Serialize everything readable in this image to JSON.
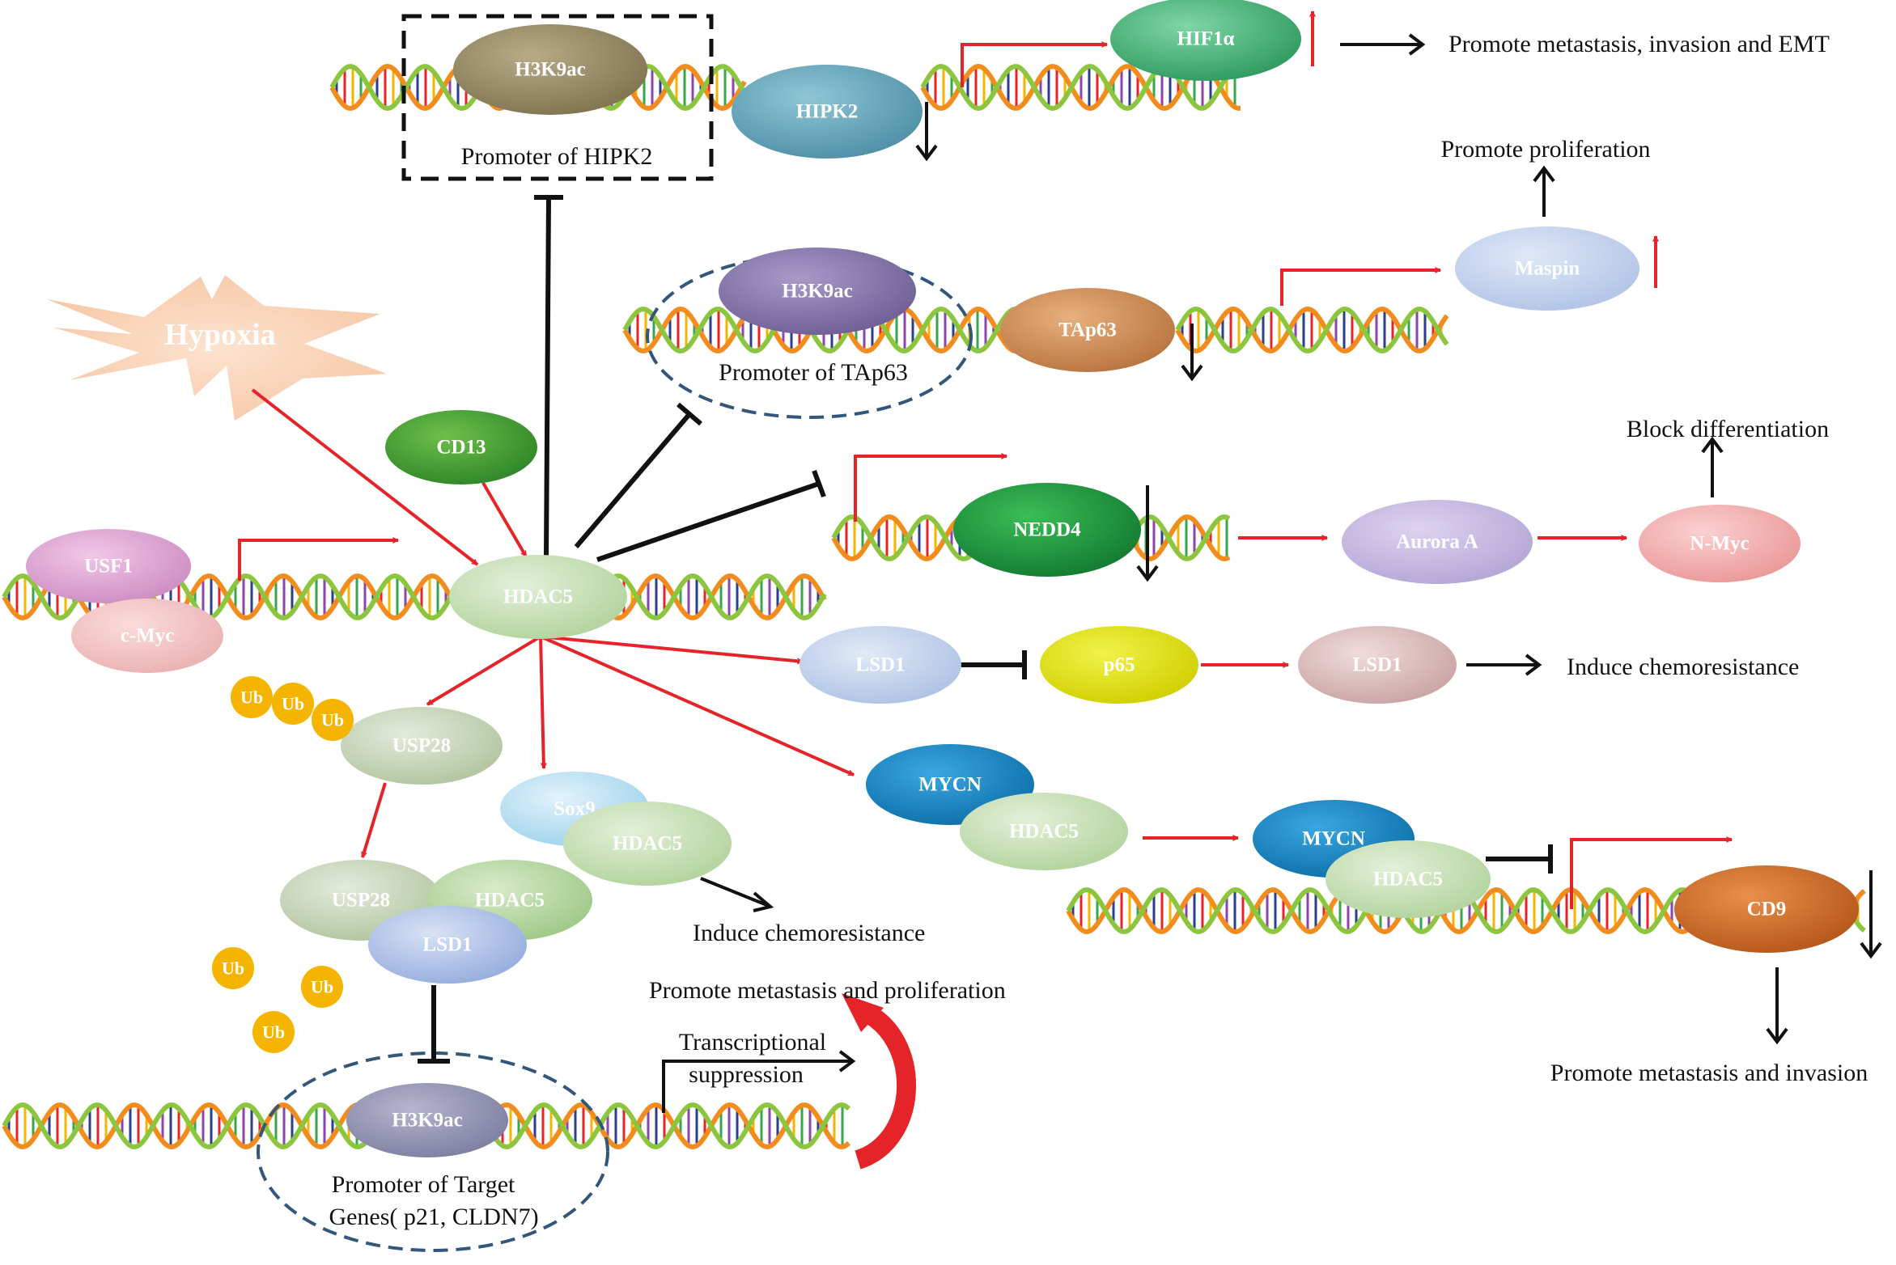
{
  "colors": {
    "activation": "#e5242a",
    "inhibition": "#111111",
    "ubiquitin": "#f5b400",
    "dna_strand_a": "#f28c1c",
    "dna_strand_b": "#8cc63f"
  },
  "stimulus": {
    "hypoxia": "Hypoxia"
  },
  "nodes": {
    "h3k9ac_hipk2": "H3K9ac",
    "hipk2": "HIPK2",
    "hif1a": "HIF1α",
    "h3k9ac_tap63": "H3K9ac",
    "tap63": "TAp63",
    "maspin": "Maspin",
    "cd13": "CD13",
    "nedd4": "NEDD4",
    "aurora_a": "Aurora A",
    "n_myc": "N-Myc",
    "usf1": "USF1",
    "c_myc": "c-Myc",
    "hdac5_center": "HDAC5",
    "lsd1_a": "LSD1",
    "p65": "p65",
    "lsd1_b": "LSD1",
    "usp28_top": "USP28",
    "sox9": "Sox9",
    "hdac5_sox9": "HDAC5",
    "mycn_a": "MYCN",
    "hdac5_mycn_a": "HDAC5",
    "mycn_b": "MYCN",
    "hdac5_mycn_b": "HDAC5",
    "cd9": "CD9",
    "usp28_complex": "USP28",
    "hdac5_complex": "HDAC5",
    "lsd1_complex": "LSD1",
    "h3k9ac_target": "H3K9ac"
  },
  "ub_labels": [
    "Ub",
    "Ub",
    "Ub",
    "Ub",
    "Ub",
    "Ub"
  ],
  "captions": {
    "promoter_hipk2": "Promoter of HIPK2",
    "promoter_tap63": "Promoter of TAp63",
    "promote_metastasis_emt": "Promote metastasis, invasion and EMT",
    "promote_proliferation": "Promote proliferation",
    "block_differentiation": "Block differentiation",
    "induce_chemoresistance_lsd1": "Induce chemoresistance",
    "induce_chemoresistance_sox9": "Induce chemoresistance",
    "promote_metastasis_proliferation": "Promote metastasis and proliferation",
    "transcriptional_suppression_1": "Transcriptional",
    "transcriptional_suppression_2": "suppression",
    "promoter_target_1": "Promoter of Target",
    "promoter_target_2": "Genes( p21, CLDN7)",
    "promote_metastasis_invasion": "Promote metastasis and invasion"
  }
}
